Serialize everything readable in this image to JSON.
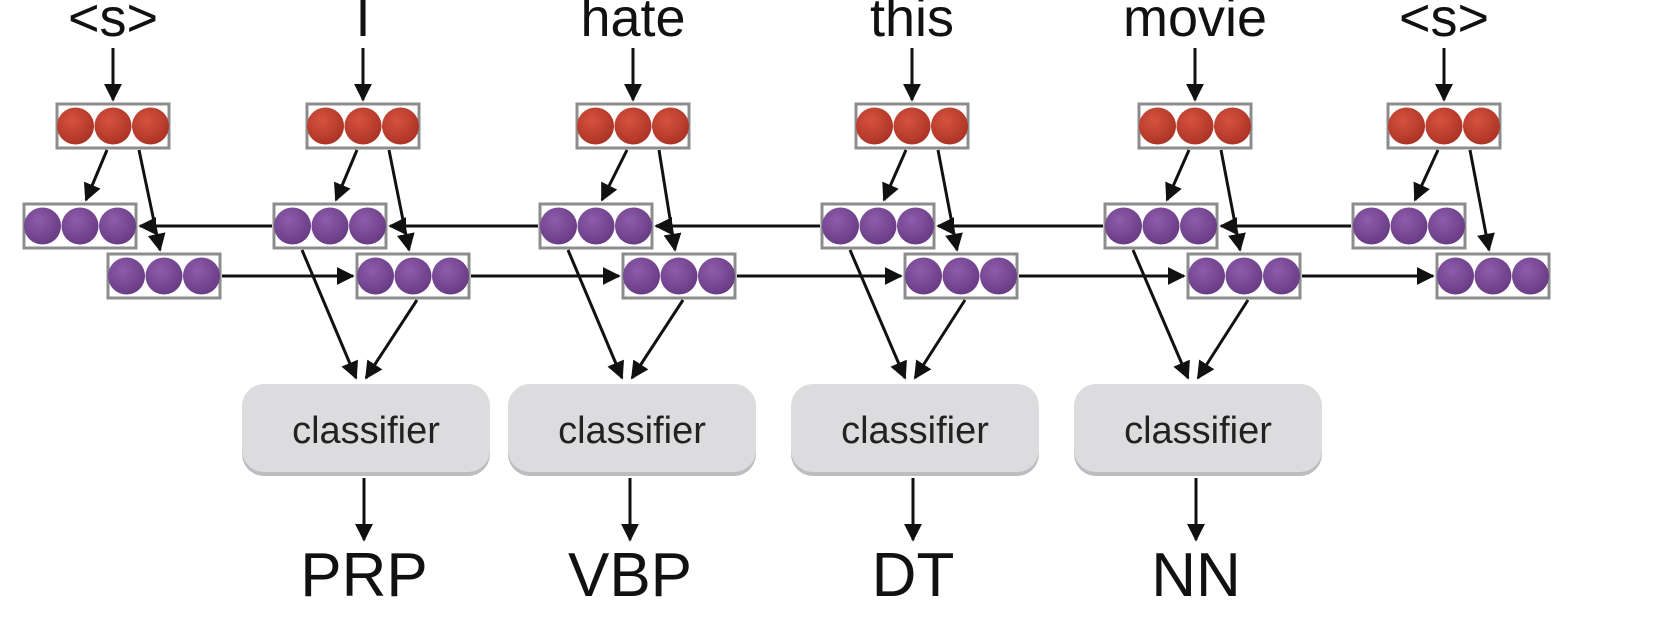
{
  "tokens": [
    "<s>",
    "I",
    "hate",
    "this",
    "movie",
    "<s>"
  ],
  "classifiers": [
    {
      "label": "classifier",
      "output": "PRP"
    },
    {
      "label": "classifier",
      "output": "VBP"
    },
    {
      "label": "classifier",
      "output": "DT"
    },
    {
      "label": "classifier",
      "output": "NN"
    }
  ],
  "colors": {
    "embedding": "#c0392b",
    "hidden": "#7a4a96",
    "classifier_fill": "#dcdcde"
  }
}
